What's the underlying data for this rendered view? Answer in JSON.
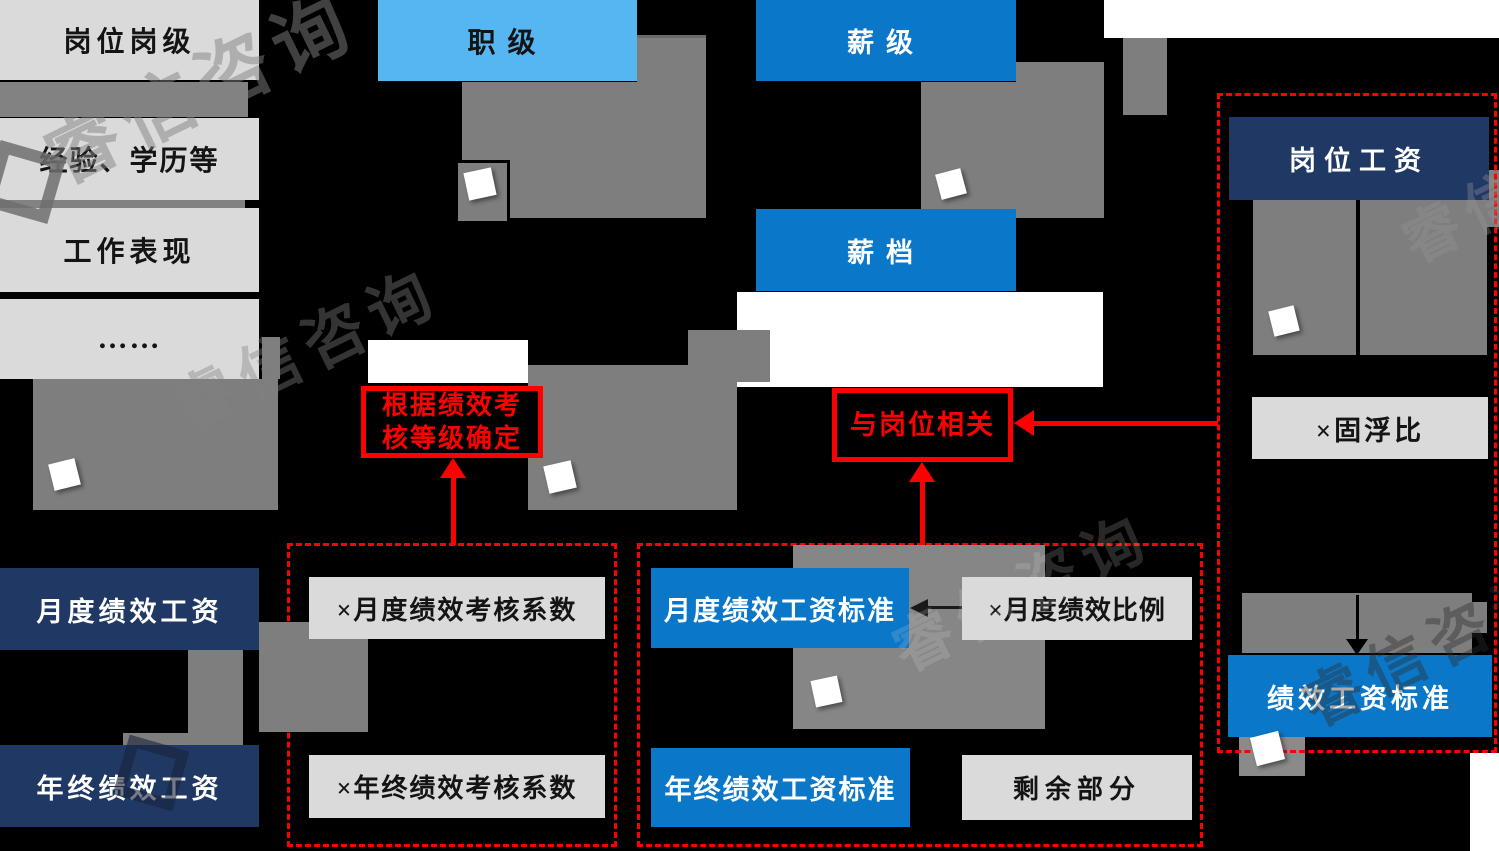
{
  "watermark": {
    "text": "睿信咨询"
  },
  "factors": {
    "f1": "岗位岗级",
    "f2": "经验、学历等",
    "f3": "工作表现",
    "f4": "……"
  },
  "levels": {
    "zhiji": "职级",
    "xinji": "薪级",
    "xindang": "薪档"
  },
  "post": {
    "salary": "岗位工资",
    "ratio": "×固浮比",
    "perf_standard": "绩效工资标准"
  },
  "notes": {
    "assess_line1": "根据绩效考",
    "assess_line2": "核等级确定",
    "post_related": "与岗位相关"
  },
  "monthly": {
    "wage": "月度绩效工资",
    "coef": "×月度绩效考核系数",
    "standard": "月度绩效工资标准",
    "ratio": "×月度绩效比例"
  },
  "annual": {
    "wage": "年终绩效工资",
    "coef": "×年终绩效考核系数",
    "standard": "年终绩效工资标准",
    "remainder": "剩余部分"
  }
}
